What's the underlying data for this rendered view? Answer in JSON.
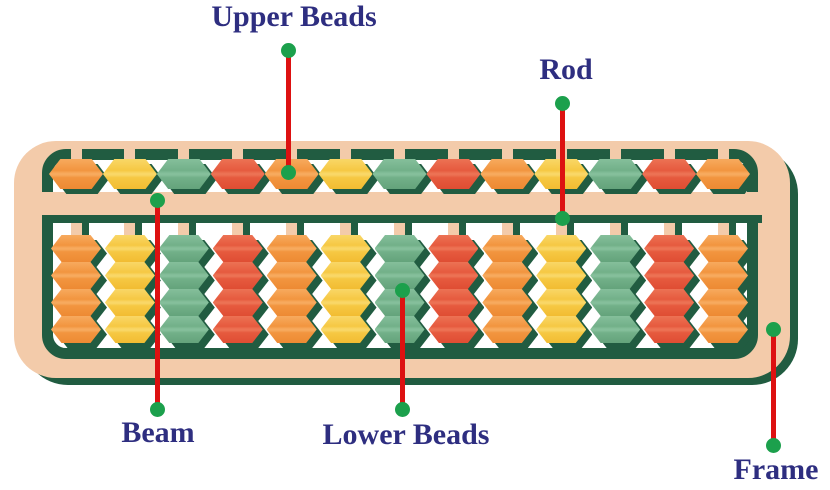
{
  "title": "Abacus parts diagram",
  "labels": {
    "upper_beads": "Upper Beads",
    "rod": "Rod",
    "beam": "Beam",
    "lower_beads": "Lower Beads",
    "frame": "Frame"
  },
  "colors": {
    "label_text": "#2E2E80",
    "pointer_line": "#DD1111",
    "pointer_dot": "#1CA04C",
    "frame_wood": "#F3CBAA",
    "frame_shadow": "#215C41",
    "background": "#FFFFFF",
    "bead_palette": {
      "orange": {
        "base": "#F2953F",
        "light": "#F7AA5E",
        "dark": "#ED8A33"
      },
      "yellow": {
        "base": "#F6C843",
        "light": "#F9D767",
        "dark": "#F2BC32"
      },
      "green": {
        "base": "#72B089",
        "light": "#85BF9B",
        "dark": "#64A37B"
      },
      "red": {
        "base": "#E65A3E",
        "light": "#EC7254",
        "dark": "#DF4D33"
      }
    }
  },
  "abacus": {
    "rod_count": 13,
    "upper_beads_per_rod": 1,
    "lower_beads_per_rod": 4,
    "rod_color_sequence": [
      "orange",
      "yellow",
      "green",
      "red",
      "orange",
      "yellow",
      "green",
      "red",
      "orange",
      "yellow",
      "green",
      "red",
      "orange"
    ]
  }
}
